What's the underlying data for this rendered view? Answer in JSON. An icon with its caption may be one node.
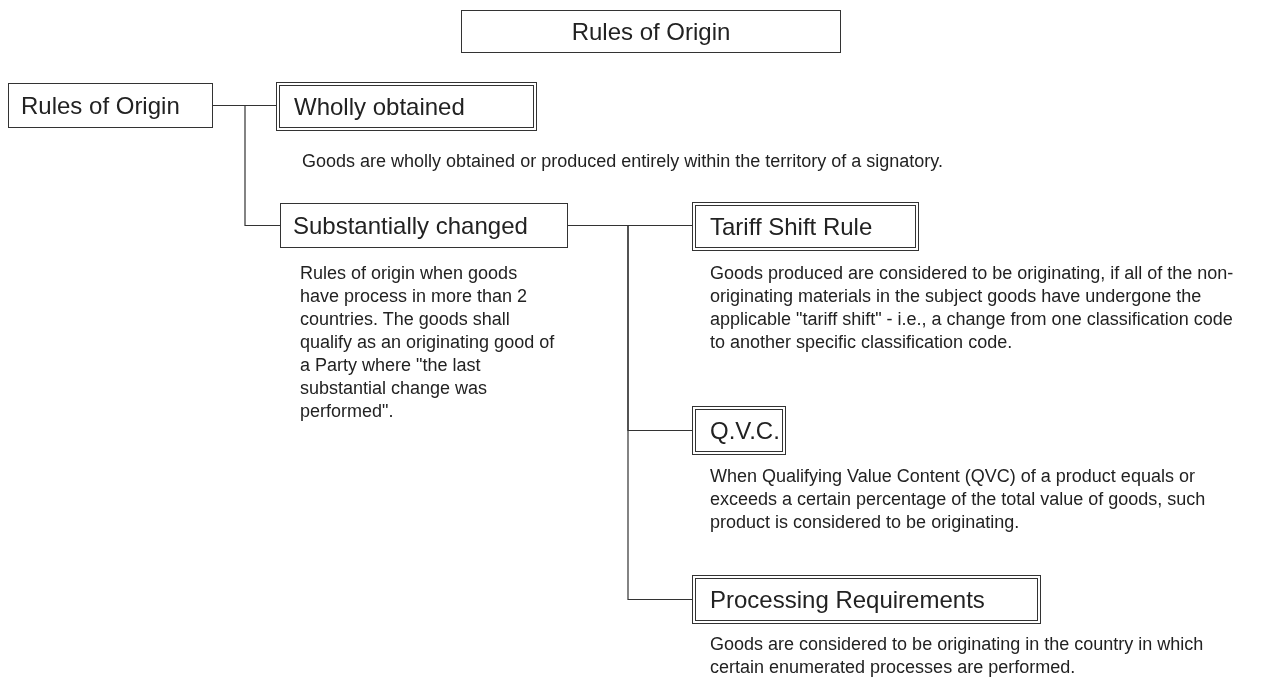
{
  "diagram": {
    "nodes": [
      {
        "text": [
          "Rules of Origin"
        ]
      },
      {
        "text": [
          "Rules of Origin"
        ]
      },
      {
        "text": [
          "Wholly obtained"
        ],
        "beside": [
          "Goods are wholly obtained or produced entirely within the territory of a signatory."
        ]
      },
      {
        "text": [
          "Substantially changed"
        ],
        "beside": [
          "Rules of origin when goods have process in more than 2 countries. The goods shall qualify as an originating good of a Party where \"the last substantial change was performed\"."
        ]
      },
      {
        "text": [
          "Tariff Shift Rule"
        ],
        "beside": [
          "Goods produced are considered to be originating, if all of the non-originating materials in the subject goods have undergone the applicable \"tariff shift\" - i.e., a change from one classification code to another specific classification code."
        ]
      },
      {
        "text": [
          "Q.V.C."
        ],
        "beside": [
          "When Qualifying Value Content (QVC) of a product equals or exceeds a certain percentage of the total value of goods, such product is considered to be originating."
        ]
      },
      {
        "text": [
          "Processing Requirements"
        ],
        "beside": [
          "Goods are considered to be originating in the country in which certain enumerated processes are performed."
        ]
      }
    ],
    "edges": [
      {
        "from": 1,
        "to": 2,
        "arrow": "none"
      },
      {
        "from": 1,
        "to": 3,
        "arrow": "none"
      },
      {
        "from": 3,
        "to": 4,
        "arrow": "none"
      },
      {
        "from": 3,
        "to": 5,
        "arrow": "none"
      },
      {
        "from": 3,
        "to": 6,
        "arrow": "none"
      }
    ]
  }
}
